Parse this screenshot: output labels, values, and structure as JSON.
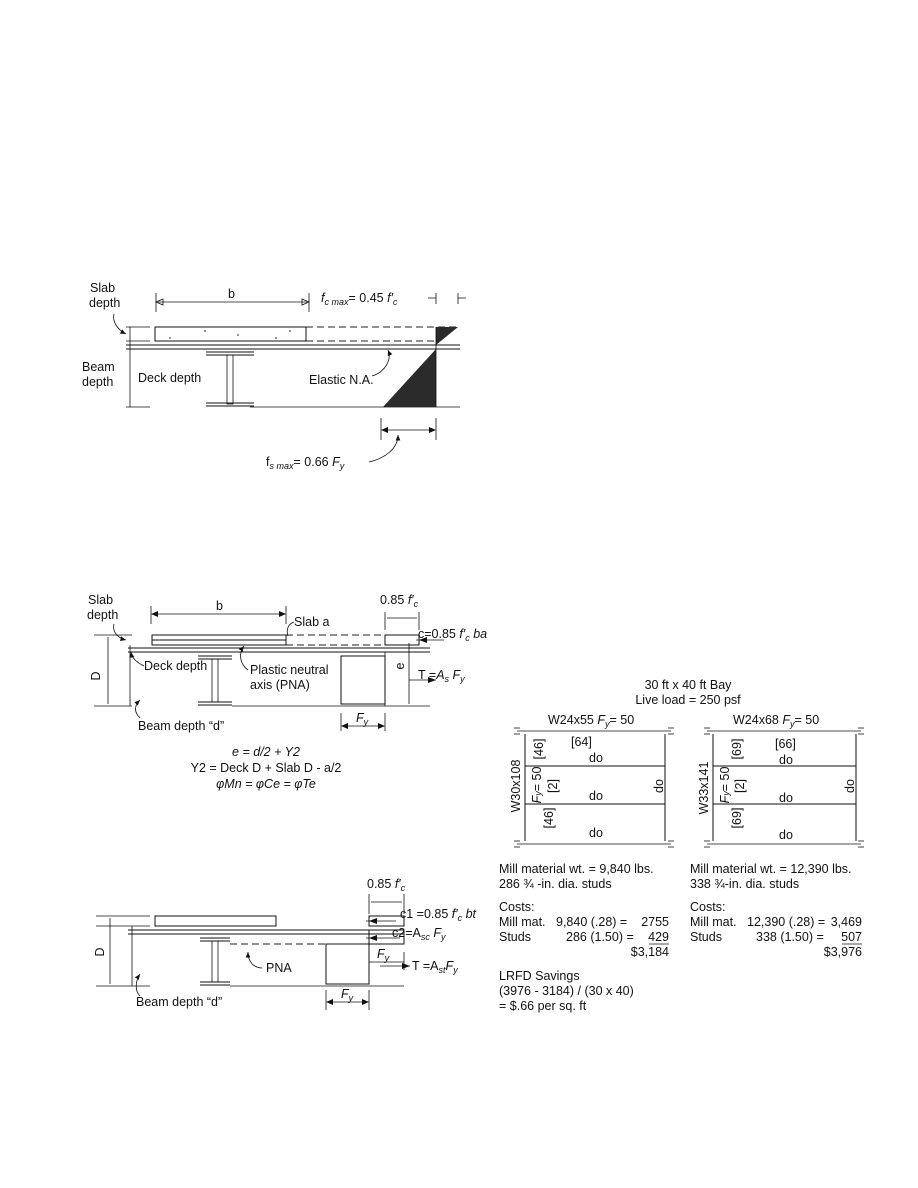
{
  "fig1": {
    "slab_depth": [
      "Slab",
      "depth"
    ],
    "beam_depth": [
      "Beam",
      "depth"
    ],
    "b": "b",
    "fc_max": "f",
    "fc_max_sub": "c max",
    "fc_max_rhs": "= 0.45",
    "fc_prime": "f′",
    "fc_prime_sub": "c",
    "deck_depth": "Deck depth",
    "elastic_na": "Elastic N.A.",
    "fs_max": "f",
    "fs_max_sub": "s max",
    "fs_max_rhs": "= 0.66",
    "Fy": "F",
    "Fy_sub": "y"
  },
  "fig2": {
    "slab_depth": [
      "Slab",
      "depth"
    ],
    "b": "b",
    "top_stress": "0.85",
    "slab_a": "Slab a",
    "c_force": "c=0.85",
    "c_force_tail": "ba",
    "D": "D",
    "deck_depth": "Deck depth",
    "pna": [
      "Plastic neutral",
      "axis (PNA)"
    ],
    "e": "e",
    "T": "T =",
    "T_rhs": "A",
    "T_sub": "s",
    "beam_depth": "Beam depth “d”",
    "Fy_dim": "F",
    "equations": [
      "e = d/2 + Y2",
      "Y2 = Deck D + Slab D - a/2",
      "φMn = φCe = φTe"
    ]
  },
  "fig3": {
    "top_stress": "0.85",
    "D": "D",
    "c1": "c1 =0.85",
    "c1_tail": "bt",
    "c2": "c2=A",
    "c2_sub": "sc",
    "c2_tail": "F",
    "Fy_local": "F",
    "T": "T =A",
    "T_sub": "st",
    "T_tail": "F",
    "pna": "PNA",
    "beam_depth": "Beam depth “d”",
    "Fy_dim": "F"
  },
  "bay": {
    "title": [
      "30 ft x 40 ft Bay",
      "Live load = 250 psf"
    ],
    "left": {
      "beam": "W24x55",
      "fy": "F",
      "fy_val": "= 50",
      "girder": "W30x108",
      "girder_fy": "F",
      "girder_fy_val": "= 50",
      "labels": [
        "[46]",
        "[64]",
        "do",
        "[2]",
        "do",
        "do",
        "[46]",
        "do"
      ],
      "mill": "Mill  material  wt. = 9,840 lbs.",
      "studs": "286  ¾ -in. dia. studs",
      "costs_head": "Costs:",
      "cost_rows": [
        [
          "Mill mat.",
          "9,840   (.28)  =",
          "2755"
        ],
        [
          "Studs",
          "286 (1.50)  =",
          "429"
        ]
      ],
      "total": "$3,184"
    },
    "right": {
      "beam": "W24x68",
      "fy": "F",
      "fy_val": "= 50",
      "girder": "W33x141",
      "girder_fy": "F",
      "girder_fy_val": "= 50",
      "labels": [
        "[69]",
        "[66]",
        "do",
        "[2]",
        "do",
        "do",
        "[69]",
        "do"
      ],
      "mill": "Mill material wt. = 12,390 lbs.",
      "studs": "338  ¾-in. dia. studs",
      "costs_head": "Costs:",
      "cost_rows": [
        [
          "Mill mat.",
          "12,390 (.28)  =",
          "3,469"
        ],
        [
          "Studs",
          "338 (1.50)  =",
          "507"
        ]
      ],
      "total": "$3,976"
    },
    "savings": [
      "LRFD Savings",
      "(3976 - 3184) / (30 x 40)",
      "= $.66 per sq. ft"
    ]
  }
}
